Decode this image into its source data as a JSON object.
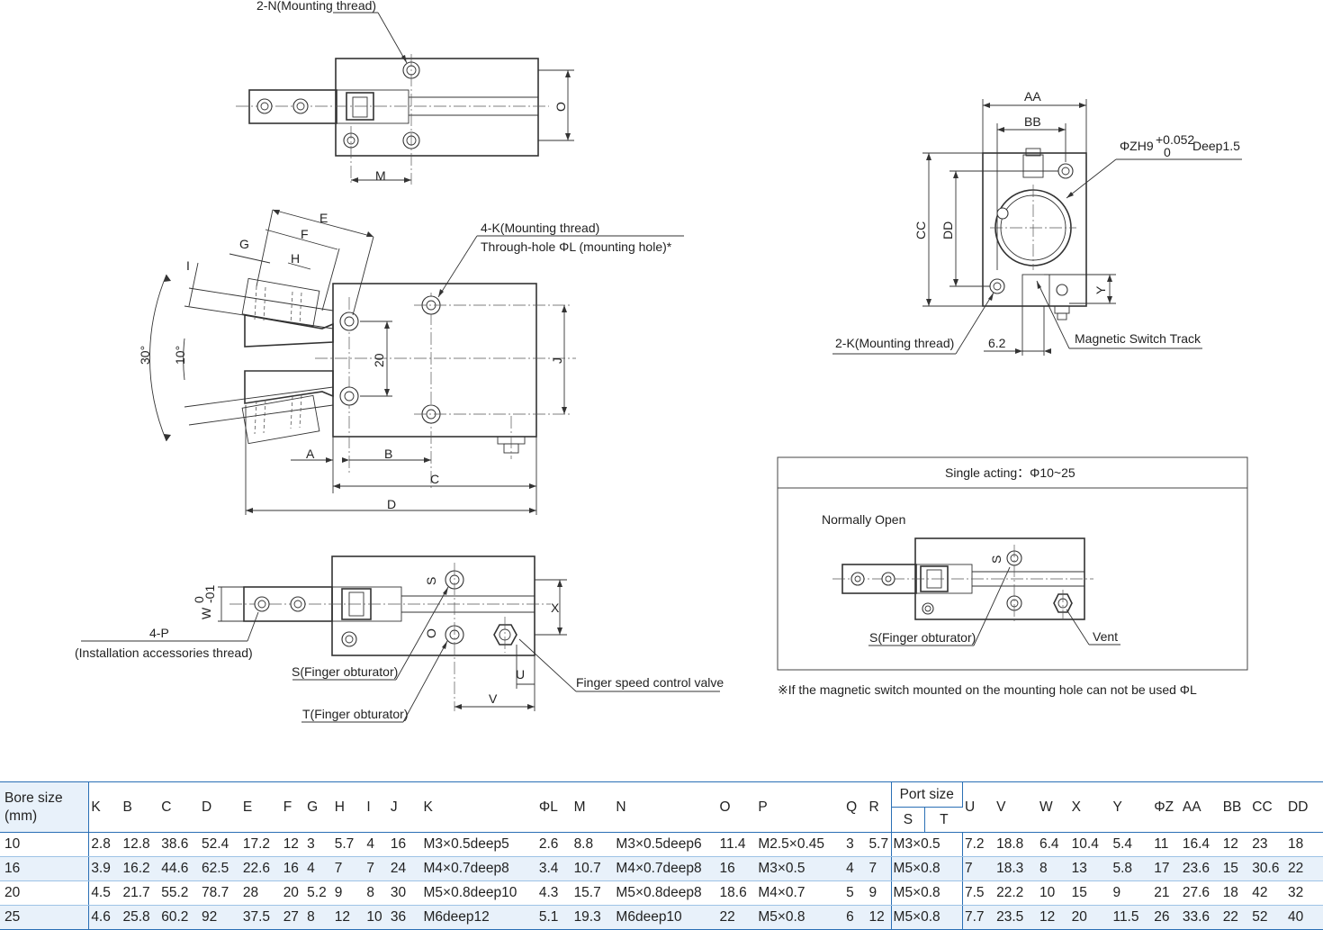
{
  "labels": {
    "mounting_thread_2n": "2-N(Mounting thread)",
    "dim_o": "O",
    "dim_m": "M",
    "dim_e": "E",
    "dim_f": "F",
    "dim_g": "G",
    "dim_h": "H",
    "dim_i": "I",
    "angle_30": "30°",
    "angle_10": "10°",
    "dim_20": "20",
    "dim_j": "J",
    "dim_a": "A",
    "dim_b": "B",
    "dim_c": "C",
    "dim_d": "D",
    "mounting_thread_4k": "4-K(Mounting thread)",
    "through_hole": "Through-hole ΦL (mounting hole)*",
    "dim_w": "W",
    "w_tol_upper": "0",
    "w_tol_lower": "-01",
    "install_4p": "4-P",
    "install_accessories": "(Installation accessories thread)",
    "dim_s": "S",
    "dim_o2": "O",
    "dim_x": "X",
    "dim_u": "U",
    "dim_v": "V",
    "s_finger": "S(Finger obturator)",
    "t_finger": "T(Finger obturator)",
    "speed_valve": "Finger speed control valve",
    "dim_aa": "AA",
    "dim_bb": "BB",
    "dim_cc": "CC",
    "dim_dd": "DD",
    "dim_y": "Y",
    "zh9_prefix": "ΦZH9",
    "zh9_upper": "+0.052",
    "zh9_lower": "0",
    "zh9_suffix": "Deep1.5",
    "mounting_thread_2k": "2-K(Mounting thread)",
    "dim_62": "6.2",
    "switch_track": "Magnetic Switch Track"
  },
  "circuit": {
    "title": "Single acting：Φ10~25",
    "normally_open": "Normally Open",
    "s_label": "S",
    "s_finger": "S(Finger obturator)",
    "vent": "Vent"
  },
  "note": "※If the magnetic switch mounted on the mounting hole can not be used ΦL",
  "table": {
    "header": {
      "bore_line1": "Bore size",
      "bore_line2": "(mm)",
      "cols_a": [
        "K",
        "B",
        "C",
        "D",
        "E",
        "F",
        "G",
        "H",
        "I",
        "J",
        "K",
        "ΦL",
        "M",
        "N",
        "O",
        "P",
        "Q",
        "R"
      ],
      "port": "Port size",
      "port_s": "S",
      "port_t": "T",
      "cols_b": [
        "U",
        "V",
        "W",
        "X",
        "Y",
        "ΦZ",
        "AA",
        "BB",
        "CC",
        "DD"
      ]
    },
    "rows": [
      {
        "bore": "10",
        "a": [
          "2.8",
          "12.8",
          "38.6",
          "52.4",
          "17.2",
          "12",
          "3",
          "5.7",
          "4",
          "16",
          "M3×0.5deep5",
          "2.6",
          "8.8",
          "M3×0.5deep6",
          "11.4",
          "M2.5×0.45",
          "3",
          "5.7"
        ],
        "port": "M3×0.5",
        "b": [
          "7.2",
          "18.8",
          "6.4",
          "10.4",
          "5.4",
          "11",
          "16.4",
          "12",
          "23",
          "18"
        ]
      },
      {
        "bore": "16",
        "a": [
          "3.9",
          "16.2",
          "44.6",
          "62.5",
          "22.6",
          "16",
          "4",
          "7",
          "7",
          "24",
          "M4×0.7deep8",
          "3.4",
          "10.7",
          "M4×0.7deep8",
          "16",
          "M3×0.5",
          "4",
          "7"
        ],
        "port": "M5×0.8",
        "b": [
          "7",
          "18.3",
          "8",
          "13",
          "5.8",
          "17",
          "23.6",
          "15",
          "30.6",
          "22"
        ]
      },
      {
        "bore": "20",
        "a": [
          "4.5",
          "21.7",
          "55.2",
          "78.7",
          "28",
          "20",
          "5.2",
          "9",
          "8",
          "30",
          "M5×0.8deep10",
          "4.3",
          "15.7",
          "M5×0.8deep8",
          "18.6",
          "M4×0.7",
          "5",
          "9"
        ],
        "port": "M5×0.8",
        "b": [
          "7.5",
          "22.2",
          "10",
          "15",
          "9",
          "21",
          "27.6",
          "18",
          "42",
          "32"
        ]
      },
      {
        "bore": "25",
        "a": [
          "4.6",
          "25.8",
          "60.2",
          "92",
          "37.5",
          "27",
          "8",
          "12",
          "10",
          "36",
          "M6deep12",
          "5.1",
          "19.3",
          "M6deep10",
          "22",
          "M5×0.8",
          "6",
          "12"
        ],
        "port": "M5×0.8",
        "b": [
          "7.7",
          "23.5",
          "12",
          "20",
          "11.5",
          "26",
          "33.6",
          "22",
          "52",
          "40"
        ]
      }
    ]
  }
}
